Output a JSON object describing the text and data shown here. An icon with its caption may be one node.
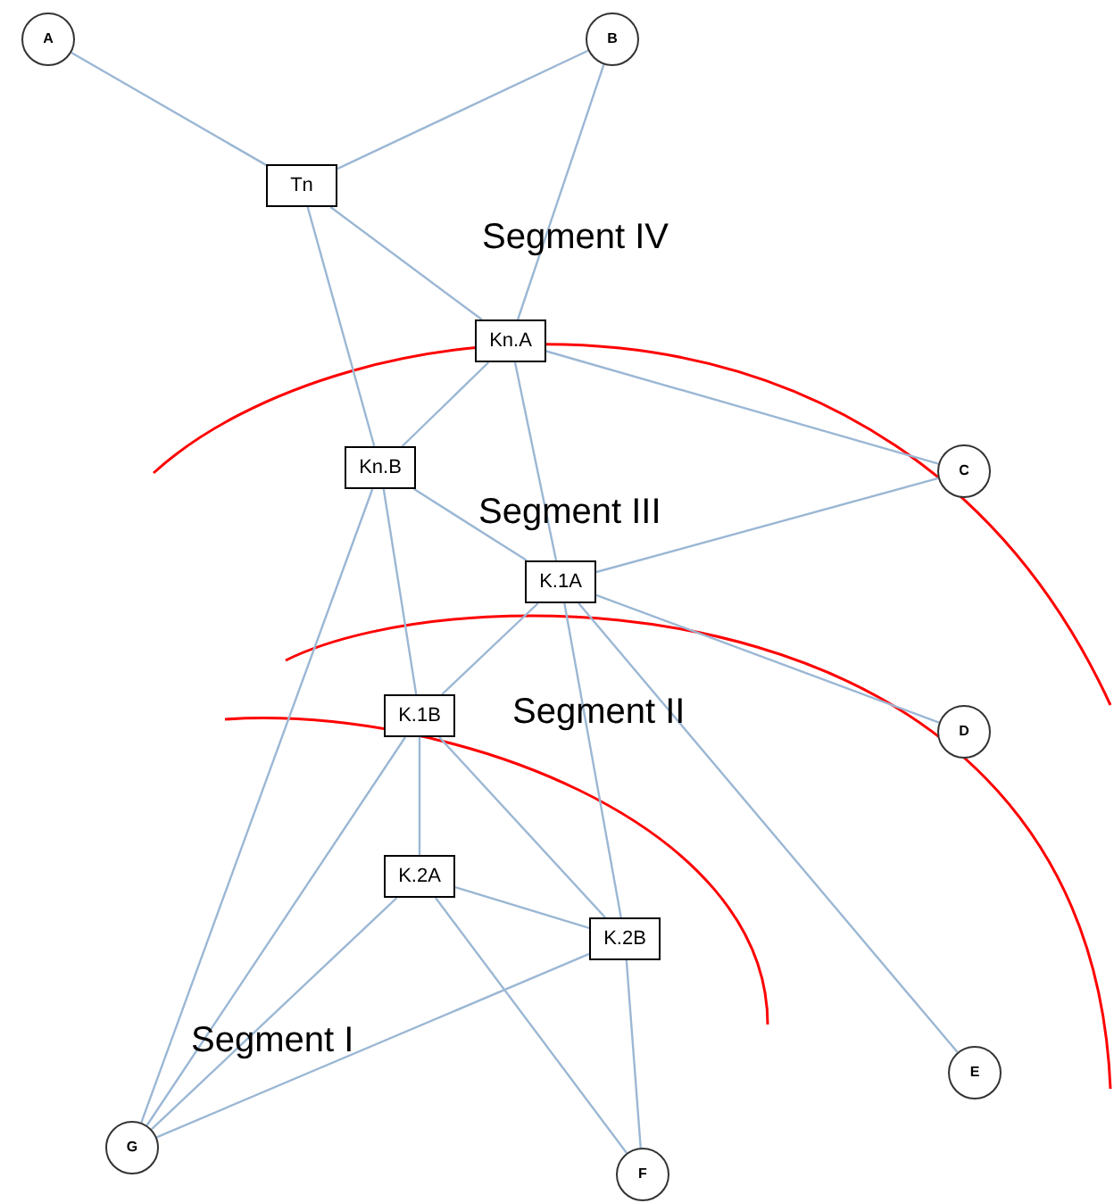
{
  "diagram": {
    "nodes": [
      {
        "text": [
          "A"
        ]
      },
      {
        "text": [
          "B"
        ]
      },
      {
        "text": [
          "Tn"
        ]
      },
      {
        "text": [
          "Kn.A"
        ]
      },
      {
        "text": [
          "Kn.B"
        ]
      },
      {
        "text": [
          "C"
        ]
      },
      {
        "text": [
          "K.1A"
        ]
      },
      {
        "text": [
          "K.1B"
        ]
      },
      {
        "text": [
          "D"
        ]
      },
      {
        "text": [
          "K.2A"
        ]
      },
      {
        "text": [
          "K.2B"
        ]
      },
      {
        "text": [
          "E"
        ]
      },
      {
        "text": [
          "G"
        ]
      },
      {
        "text": [
          "F"
        ]
      }
    ],
    "edges": [
      {
        "from": 0,
        "to": 2,
        "arrow": "none"
      },
      {
        "from": 1,
        "to": 2,
        "arrow": "none"
      },
      {
        "from": 1,
        "to": 3,
        "arrow": "none"
      },
      {
        "from": 2,
        "to": 3,
        "arrow": "none"
      },
      {
        "from": 2,
        "to": 4,
        "arrow": "none"
      },
      {
        "from": 3,
        "to": 4,
        "arrow": "none"
      },
      {
        "from": 3,
        "to": 5,
        "arrow": "none"
      },
      {
        "from": 3,
        "to": 6,
        "arrow": "none"
      },
      {
        "from": 4,
        "to": 6,
        "arrow": "none"
      },
      {
        "from": 4,
        "to": 7,
        "arrow": "none"
      },
      {
        "from": 4,
        "to": 12,
        "arrow": "none"
      },
      {
        "from": 5,
        "to": 6,
        "arrow": "none"
      },
      {
        "from": 6,
        "to": 8,
        "arrow": "none"
      },
      {
        "from": 6,
        "to": 7,
        "arrow": "none"
      },
      {
        "from": 6,
        "to": 10,
        "arrow": "none"
      },
      {
        "from": 6,
        "to": 11,
        "arrow": "none"
      },
      {
        "from": 7,
        "to": 9,
        "arrow": "none"
      },
      {
        "from": 7,
        "to": 10,
        "arrow": "none"
      },
      {
        "from": 7,
        "to": 12,
        "arrow": "none"
      },
      {
        "from": 9,
        "to": 10,
        "arrow": "none"
      },
      {
        "from": 9,
        "to": 12,
        "arrow": "none"
      },
      {
        "from": 9,
        "to": 13,
        "arrow": "none"
      },
      {
        "from": 10,
        "to": 12,
        "arrow": "none"
      },
      {
        "from": 10,
        "to": 13,
        "arrow": "none"
      }
    ],
    "labels": [
      "Segment IV",
      "Segment III",
      "Segment II",
      "Segment I"
    ]
  }
}
